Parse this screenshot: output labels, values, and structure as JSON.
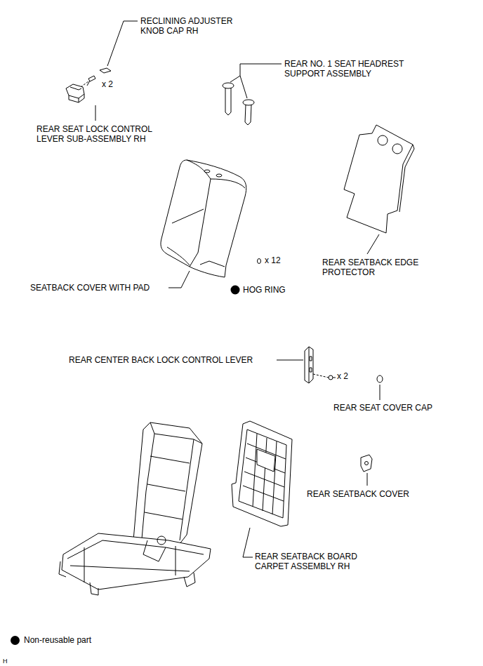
{
  "diagram": {
    "labels": [
      "RECLINING ADJUSTER KNOB CAP RH",
      "x 2",
      "REAR NO. 1 SEAT HEADREST SUPPORT ASSEMBLY",
      "REAR SEAT LOCK CONTROL LEVER SUB-ASSEMBLY RH",
      "SEATBACK COVER WITH PAD",
      "x 12",
      "HOG RING",
      "REAR SEATBACK EDGE PROTECTOR",
      "REAR CENTER BACK LOCK CONTROL LEVER",
      "x 2",
      "REAR SEAT COVER CAP",
      "REAR SEATBACK COVER",
      "REAR SEATBACK BOARD CARPET ASSEMBLY RH",
      "H"
    ],
    "legend": [
      {
        "text": "Non-reusable part",
        "color": "#000000"
      }
    ]
  }
}
